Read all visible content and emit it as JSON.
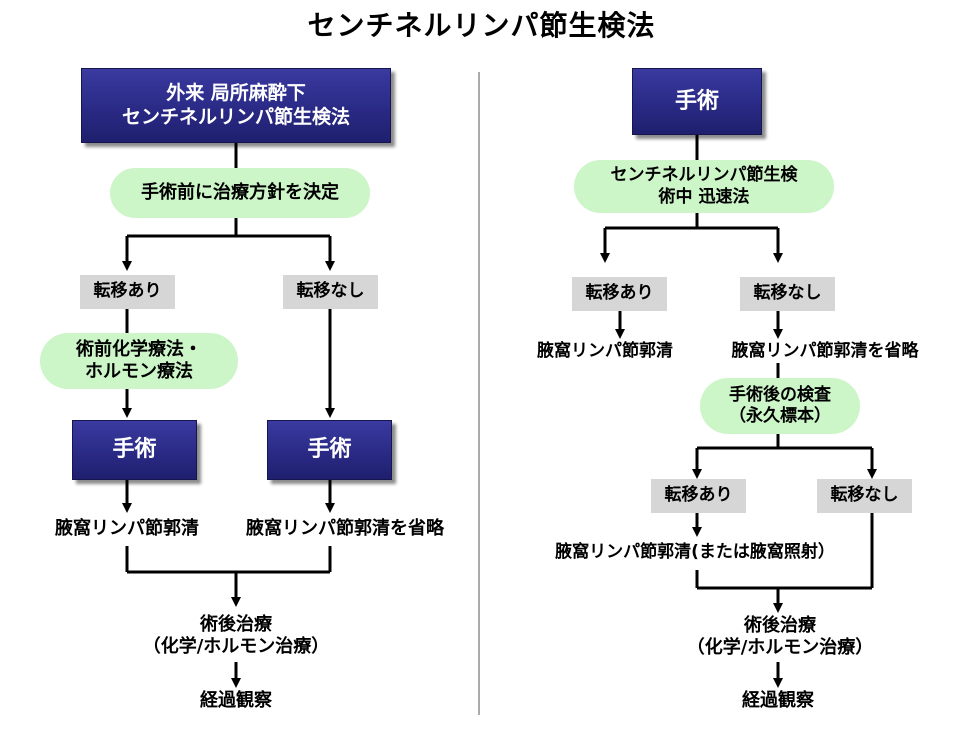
{
  "title": "センチネルリンパ節生検法",
  "left": {
    "top_box": [
      "外来 局所麻酔下",
      "センチネルリンパ節生検法"
    ],
    "decide": "手術前に治療方針を決定",
    "meta_yes": "転移あり",
    "meta_no": "転移なし",
    "preop": [
      "術前化学療法・",
      "ホルモン療法"
    ],
    "surgery_a": "手術",
    "surgery_b": "手術",
    "result_yes": "腋窩リンパ節郭清",
    "result_no": "腋窩リンパ節郭清を省略",
    "postop": [
      "術後治療",
      "（化学/ホルモン治療）"
    ],
    "observe": "経過観察"
  },
  "right": {
    "top_box": "手術",
    "intraop": [
      "センチネルリンパ節生検",
      "術中 迅速法"
    ],
    "meta_yes": "転移あり",
    "meta_no": "転移なし",
    "result_yes": "腋窩リンパ節郭清",
    "result_no": "腋窩リンパ節郭清を省略",
    "postexam": [
      "手術後の検査",
      "（永久標本）"
    ],
    "meta2_yes": "転移あり",
    "meta2_no": "転移なし",
    "result2": "腋窩リンパ節郭清(または腋窩照射）",
    "postop": [
      "術後治療",
      "（化学/ホルモン治療）"
    ],
    "observe": "経過観察"
  }
}
